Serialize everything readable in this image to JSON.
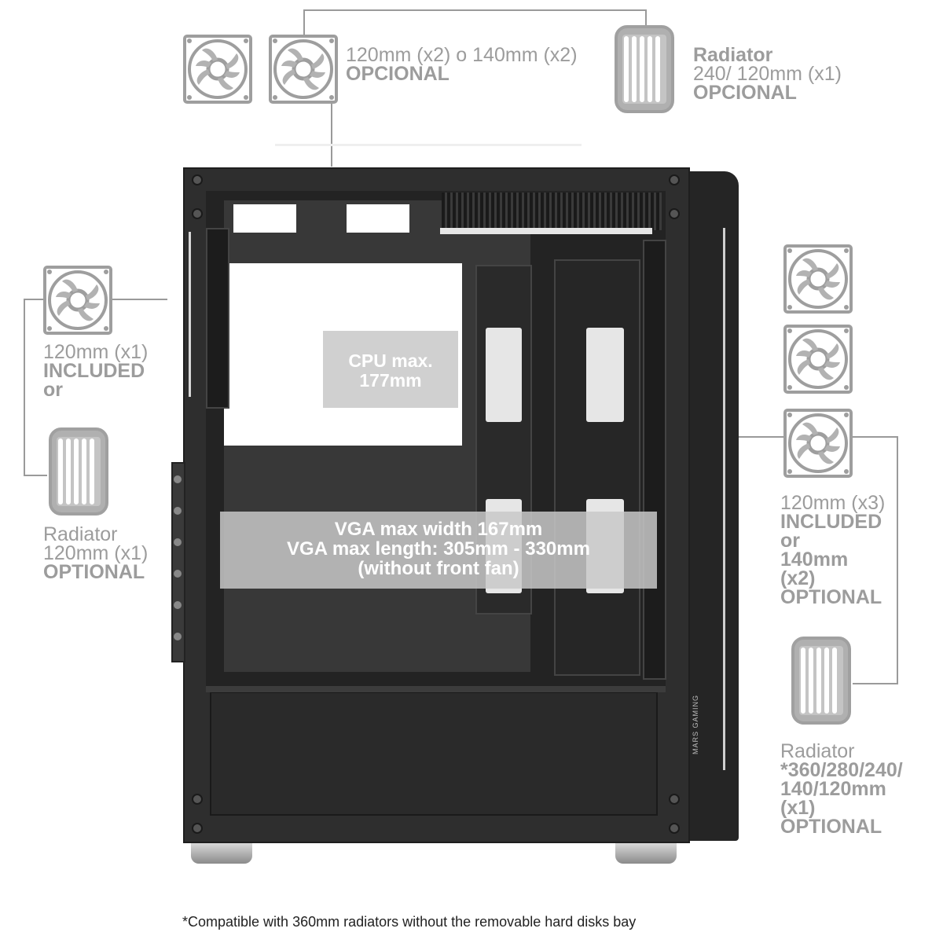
{
  "top": {
    "fans_label": {
      "line1": "120mm (x2) o 140mm (x2)",
      "line2": "OPCIONAL"
    },
    "radiator_label": {
      "line1": "Radiator",
      "line2": "240/ 120mm (x1)",
      "line3": "OPCIONAL"
    }
  },
  "left": {
    "fan_label": {
      "line1": "120mm (x1)",
      "line2": "INCLUDED",
      "line3": "or"
    },
    "radiator_label": {
      "line1": "Radiator",
      "line2": "120mm (x1)",
      "line3": "OPTIONAL"
    }
  },
  "right": {
    "fans_label": {
      "line1": "120mm (x3)",
      "line2": "INCLUDED",
      "line3": "or",
      "line4": "140mm",
      "line5": "(x2)",
      "line6": "OPTIONAL"
    },
    "radiator_label": {
      "line1": "Radiator",
      "line2": "*360/280/240/",
      "line3": "140/120mm",
      "line4": "(x1)",
      "line5": "OPTIONAL"
    }
  },
  "case": {
    "cpu_label": {
      "line1": "CPU max.",
      "line2": "177mm"
    },
    "vga_label": {
      "line1": "VGA max width 167mm",
      "line2": "VGA max length: 305mm - 330mm",
      "line3": "(without front fan)"
    },
    "brand": "MARS GAMING"
  },
  "footnote": "*Compatible with 360mm radiators without the removable hard disks bay",
  "colors": {
    "icon_gray": "#9a9a9a",
    "case_black": "#2e2e2e",
    "overlay": "#c8c8c8"
  }
}
